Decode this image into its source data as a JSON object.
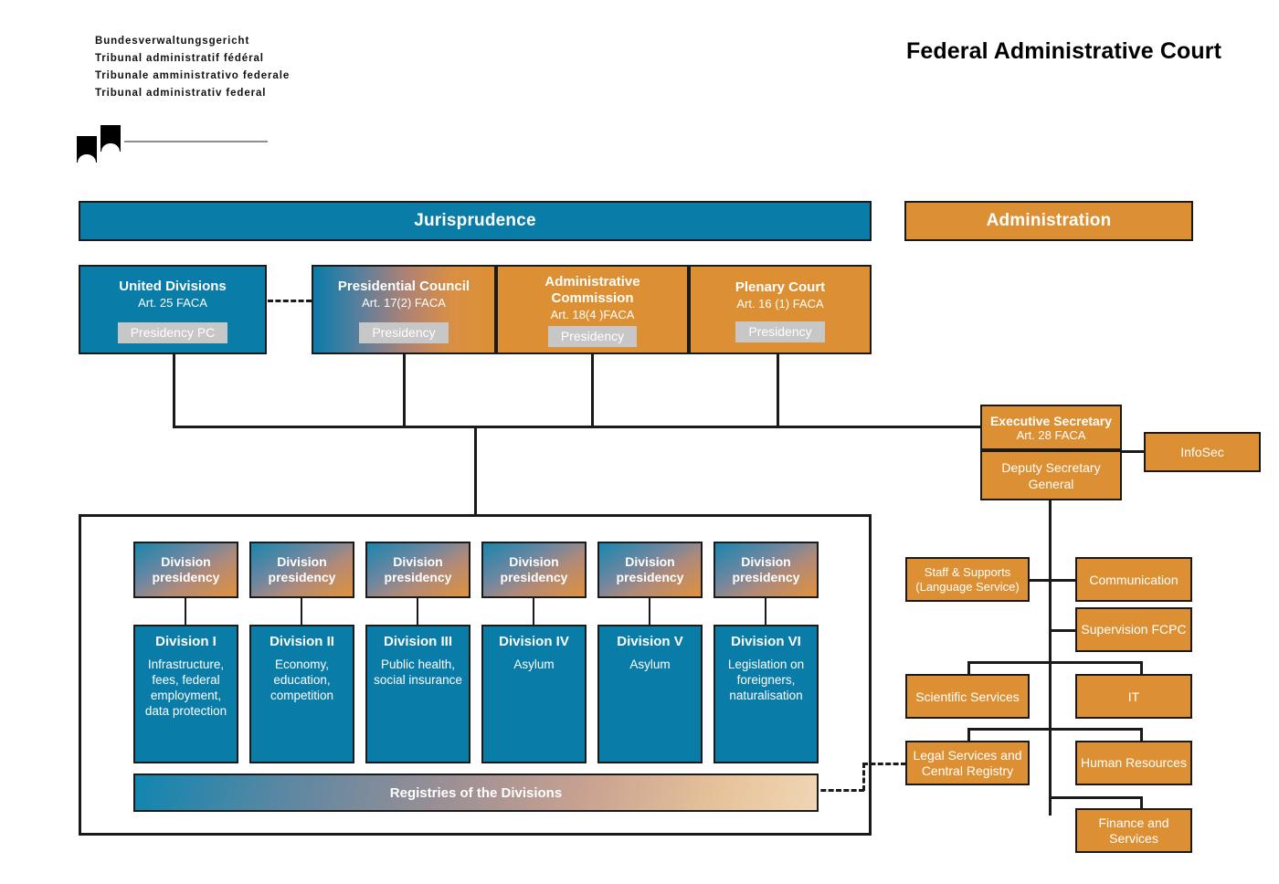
{
  "header": {
    "brand_lines": [
      "Bundesverwaltungsgericht",
      "Tribunal administratif fédéral",
      "Tribunale amministrativo federale",
      "Tribunal administrativ federal"
    ],
    "title": "Federal Administrative Court",
    "logo_name": "swiss-confederation-logo"
  },
  "colors": {
    "jurisprudence": "#0a7ca8",
    "administration": "#dd9033",
    "chip": "#c7c7c7",
    "line": "#1a1a1a"
  },
  "banners": {
    "jurisprudence": "Jurisprudence",
    "administration": "Administration"
  },
  "top_bodies": [
    {
      "title": "United Divisions",
      "article": "Art. 25 FACA",
      "chip": "Presidency PC",
      "style": "teal"
    },
    {
      "title": "Presidential Council",
      "article": "Art. 17(2) FACA",
      "chip": "Presidency",
      "style": "gradient"
    },
    {
      "title": "Administrative Commission",
      "article": "Art. 18(4 )FACA",
      "chip": "Presidency",
      "style": "orange"
    },
    {
      "title": "Plenary Court",
      "article": "Art. 16 (1) FACA",
      "chip": "Presidency",
      "style": "orange"
    }
  ],
  "secretariat": {
    "executive_title": "Executive Secretary",
    "executive_article": "Art. 28 FACA",
    "deputy": "Deputy Secretary General",
    "infosec": "InfoSec"
  },
  "divisions": {
    "presidency_label": "Division presidency",
    "registries_label": "Registries of the Divisions",
    "items": [
      {
        "name": "Division I",
        "scope": "Infrastructure, fees, federal employment, data protection"
      },
      {
        "name": "Division II",
        "scope": "Economy, education, competition"
      },
      {
        "name": "Division III",
        "scope": "Public health, social insurance"
      },
      {
        "name": "Division IV",
        "scope": "Asylum"
      },
      {
        "name": "Division V",
        "scope": "Asylum"
      },
      {
        "name": "Division VI",
        "scope": "Legislation on foreigners, naturalisation"
      }
    ]
  },
  "admin_units": {
    "left": [
      "Staff & Supports (Language Service)",
      "Scientific Services",
      "Legal Services and Central Registry"
    ],
    "right": [
      "Communication",
      "Supervision FCPC",
      "IT",
      "Human Resources",
      "Finance and Services"
    ]
  }
}
